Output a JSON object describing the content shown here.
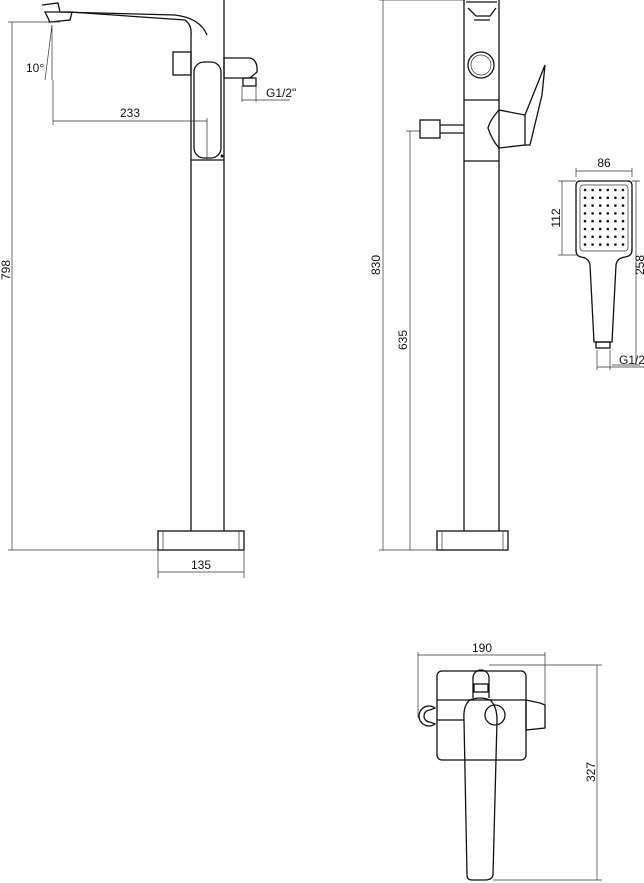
{
  "dimensions": {
    "spout_angle": "10°",
    "spout_reach": "233",
    "total_height_side": "798",
    "inlet_thread_left": "G1/2\"",
    "base_width": "135",
    "total_height_front": "830",
    "lever_height": "635",
    "shower_head_width": "86",
    "shower_head_height": "112",
    "shower_length": "258",
    "shower_thread": "G1/2\"",
    "top_view_width": "190",
    "top_view_depth": "327"
  },
  "colors": {
    "line": "#111111",
    "background": "#ffffff"
  }
}
